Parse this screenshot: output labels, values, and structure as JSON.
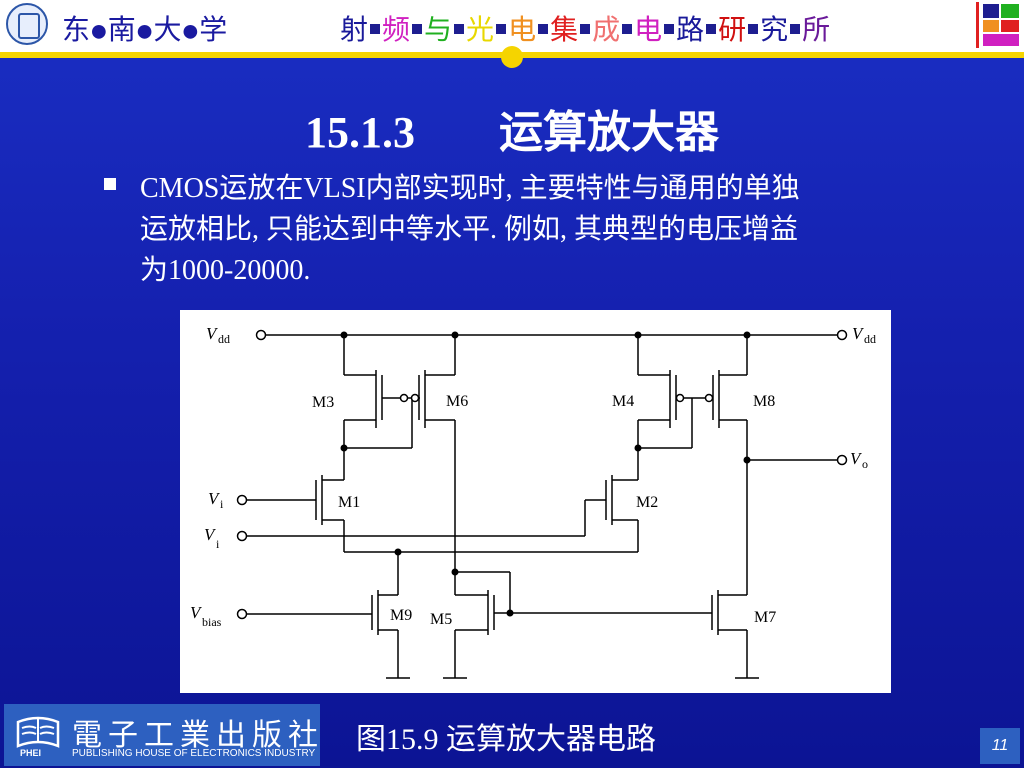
{
  "header": {
    "university_chars": [
      "东",
      "南",
      "大",
      "学"
    ],
    "institute": [
      {
        "char": "射",
        "color": "#1a1a9a"
      },
      {
        "char": "频",
        "color": "#d020c0"
      },
      {
        "char": "与",
        "color": "#20b020"
      },
      {
        "char": "光",
        "color": "#e8d800"
      },
      {
        "char": "电",
        "color": "#f09020"
      },
      {
        "char": "集",
        "color": "#e02020"
      },
      {
        "char": "成",
        "color": "#f07070"
      },
      {
        "char": "电",
        "color": "#d020c0"
      },
      {
        "char": "路",
        "color": "#1a1a9a"
      },
      {
        "char": "研",
        "color": "#d01010"
      },
      {
        "char": "究",
        "color": "#1a1a9a"
      },
      {
        "char": "所",
        "color": "#6a1a9a"
      }
    ],
    "separator_color": "#1e1e90",
    "rule_color": "#f5d400"
  },
  "slide": {
    "title_number": "15.1.3",
    "title_text": "运算放大器",
    "paragraph_lines": [
      "CMOS运放在VLSI内部实现时, 主要特性与通用的单独",
      "运放相比, 只能达到中等水平. 例如, 其典型的电压增益",
      "为1000-20000."
    ]
  },
  "diagram": {
    "labels": {
      "vdd_left": "V",
      "vdd_left_sub": "dd",
      "vdd_right": "V",
      "vdd_right_sub": "dd",
      "vo": "V",
      "vo_sub": "o",
      "vi_plus": "V",
      "vi_plus_sub": "i",
      "vi_minus": "V",
      "vi_minus_sub": "i",
      "vbias": "V",
      "vbias_sub": "bias",
      "m1": "M1",
      "m2": "M2",
      "m3": "M3",
      "m4": "M4",
      "m5": "M5",
      "m6": "M6",
      "m7": "M7",
      "m8": "M8",
      "m9": "M9"
    }
  },
  "footer": {
    "publisher_cn": "電子工業出版社",
    "publisher_en": "PUBLISHING HOUSE OF ELECTRONICS INDUSTRY",
    "caption": "图15.9 运算放大器电路",
    "page_number": "11"
  }
}
